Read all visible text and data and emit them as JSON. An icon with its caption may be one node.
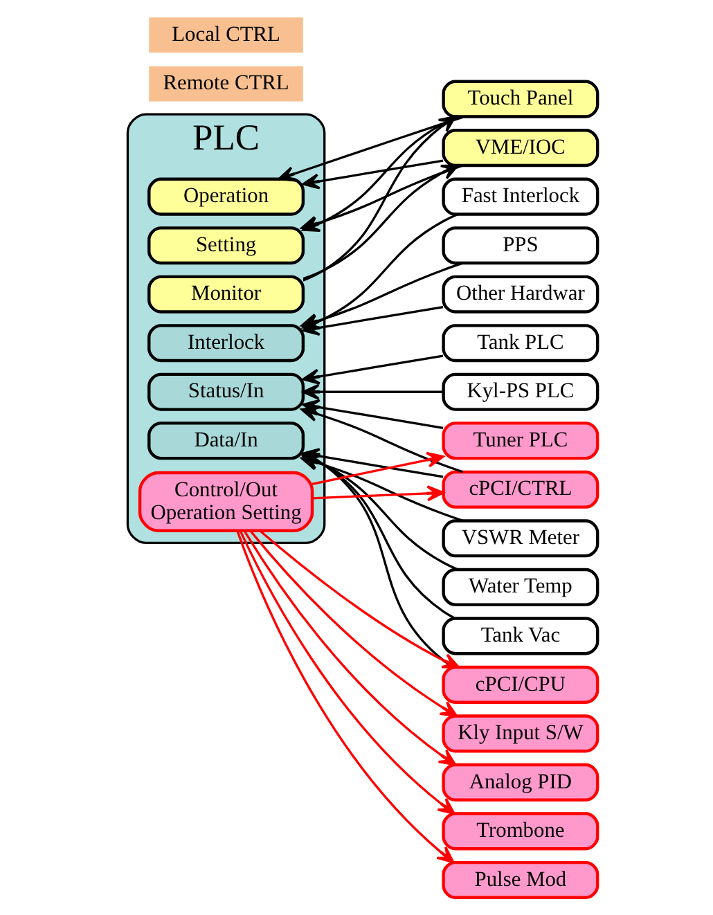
{
  "diagram": {
    "nodes": [
      {
        "text": [
          "PLC"
        ]
      },
      {
        "text": [
          "Operation"
        ],
        "in": 0
      },
      {
        "text": [
          "Setting"
        ],
        "in": 0
      },
      {
        "text": [
          "Monitor"
        ],
        "in": 0
      },
      {
        "text": [
          "VME/IOC"
        ]
      },
      {
        "text": [
          "Touch Panel"
        ]
      },
      {
        "text": [
          "Interlock"
        ],
        "in": 0
      },
      {
        "text": [
          "Fast Interlock"
        ]
      },
      {
        "text": [
          "PPS"
        ]
      },
      {
        "text": [
          "Other Hardwar"
        ]
      },
      {
        "text": [
          "Status/In"
        ],
        "in": 0
      },
      {
        "text": [
          "Kyl-PS PLC"
        ]
      },
      {
        "text": [
          "Tank PLC"
        ]
      },
      {
        "text": [
          "Tuner PLC"
        ]
      },
      {
        "text": [
          "cPCI/CTRL"
        ]
      },
      {
        "text": [
          "Data/In"
        ],
        "in": 0
      },
      {
        "text": [
          "cPCI/CPU"
        ]
      },
      {
        "text": [
          "VSWR Meter"
        ]
      },
      {
        "text": [
          "Water Temp"
        ]
      },
      {
        "text": [
          "Tank Vac"
        ]
      },
      {
        "text": [
          "Control/Out",
          "Operation Setting"
        ],
        "in": 0
      },
      {
        "text": [
          "Pulse Mod"
        ]
      },
      {
        "text": [
          "Kly Input S/W"
        ]
      },
      {
        "text": [
          "Analog PID"
        ]
      },
      {
        "text": [
          "Trombone"
        ]
      }
    ],
    "edges": [
      {
        "from": 4,
        "to": 1,
        "arrow": "to"
      },
      {
        "from": 4,
        "to": 2,
        "arrow": "to"
      },
      {
        "from": 5,
        "to": 1,
        "arrow": "to"
      },
      {
        "from": 5,
        "to": 2,
        "arrow": "to"
      },
      {
        "from": 3,
        "to": 4,
        "arrow": "to"
      },
      {
        "from": 3,
        "to": 5,
        "arrow": "to"
      },
      {
        "from": 7,
        "to": 6,
        "arrow": "to"
      },
      {
        "from": 8,
        "to": 6,
        "arrow": "to"
      },
      {
        "from": 9,
        "to": 6,
        "arrow": "to"
      },
      {
        "from": 11,
        "to": 10,
        "arrow": "to"
      },
      {
        "from": 12,
        "to": 10,
        "arrow": "to"
      },
      {
        "from": 13,
        "to": 10,
        "arrow": "to"
      },
      {
        "from": 14,
        "to": 10,
        "arrow": "to"
      },
      {
        "from": 14,
        "to": 15,
        "arrow": "to"
      },
      {
        "from": 16,
        "to": 15,
        "arrow": "to"
      },
      {
        "from": 17,
        "to": 15,
        "arrow": "to"
      },
      {
        "from": 18,
        "to": 15,
        "arrow": "to"
      },
      {
        "from": 19,
        "to": 15,
        "arrow": "to"
      },
      {
        "from": 20,
        "to": 13,
        "arrow": "to",
        "color": "#ff0000"
      },
      {
        "from": 20,
        "to": 14,
        "arrow": "to",
        "color": "#ff0000"
      },
      {
        "from": 20,
        "to": 16,
        "arrow": "to",
        "color": "#ff0000"
      },
      {
        "from": 20,
        "to": 21,
        "arrow": "to",
        "color": "#ff0000"
      },
      {
        "from": 20,
        "to": 22,
        "arrow": "to",
        "color": "#ff0000"
      },
      {
        "from": 20,
        "to": 23,
        "arrow": "to",
        "color": "#ff0000"
      },
      {
        "from": 20,
        "to": 24,
        "arrow": "to",
        "color": "#ff0000"
      }
    ],
    "labels": [
      "Remote CTRL",
      "Local CTRL"
    ]
  }
}
